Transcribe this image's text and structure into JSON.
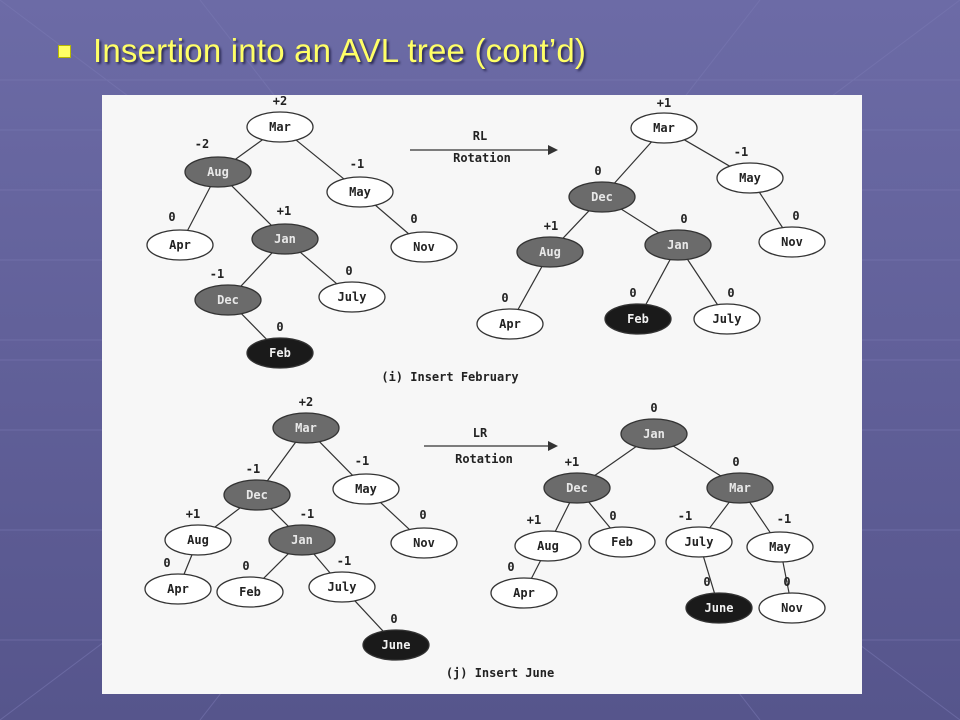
{
  "slide": {
    "title": "Insertion into an AVL tree (cont’d)",
    "bullet_icon": "square-bullet-icon",
    "colors": {
      "background": "#5f5e96",
      "title": "#ffff66",
      "node_shaded": "#6b6b6b",
      "node_inserted": "#1a1a1a",
      "node_plain": "#ffffff"
    }
  },
  "figure": {
    "captions": [
      "(i) Insert February",
      "(j) Insert June"
    ],
    "rotation_labels": [
      [
        "RL",
        "Rotation"
      ],
      [
        "LR",
        "Rotation"
      ]
    ],
    "nodes": [
      {
        "id": "i1-mar",
        "label": "Mar",
        "bf": "+2",
        "style": "plain"
      },
      {
        "id": "i1-aug",
        "label": "Aug",
        "bf": "-2",
        "style": "shaded"
      },
      {
        "id": "i1-may",
        "label": "May",
        "bf": "-1",
        "style": "plain"
      },
      {
        "id": "i1-apr",
        "label": "Apr",
        "bf": "0",
        "style": "plain"
      },
      {
        "id": "i1-jan",
        "label": "Jan",
        "bf": "+1",
        "style": "shaded"
      },
      {
        "id": "i1-nov",
        "label": "Nov",
        "bf": "0",
        "style": "plain"
      },
      {
        "id": "i1-dec",
        "label": "Dec",
        "bf": "-1",
        "style": "shaded"
      },
      {
        "id": "i1-july",
        "label": "July",
        "bf": "0",
        "style": "plain"
      },
      {
        "id": "i1-feb",
        "label": "Feb",
        "bf": "0",
        "style": "inserted"
      },
      {
        "id": "i2-mar",
        "label": "Mar",
        "bf": "+1",
        "style": "plain"
      },
      {
        "id": "i2-dec",
        "label": "Dec",
        "bf": "0",
        "style": "shaded"
      },
      {
        "id": "i2-may",
        "label": "May",
        "bf": "-1",
        "style": "plain"
      },
      {
        "id": "i2-aug",
        "label": "Aug",
        "bf": "+1",
        "style": "shaded"
      },
      {
        "id": "i2-jan",
        "label": "Jan",
        "bf": "0",
        "style": "shaded"
      },
      {
        "id": "i2-nov",
        "label": "Nov",
        "bf": "0",
        "style": "plain"
      },
      {
        "id": "i2-apr",
        "label": "Apr",
        "bf": "0",
        "style": "plain"
      },
      {
        "id": "i2-feb",
        "label": "Feb",
        "bf": "0",
        "style": "inserted"
      },
      {
        "id": "i2-july",
        "label": "July",
        "bf": "0",
        "style": "plain"
      },
      {
        "id": "j1-mar",
        "label": "Mar",
        "bf": "+2",
        "style": "shaded"
      },
      {
        "id": "j1-dec",
        "label": "Dec",
        "bf": "-1",
        "style": "shaded"
      },
      {
        "id": "j1-may",
        "label": "May",
        "bf": "-1",
        "style": "plain"
      },
      {
        "id": "j1-aug",
        "label": "Aug",
        "bf": "+1",
        "style": "plain"
      },
      {
        "id": "j1-jan",
        "label": "Jan",
        "bf": "-1",
        "style": "shaded"
      },
      {
        "id": "j1-nov",
        "label": "Nov",
        "bf": "0",
        "style": "plain"
      },
      {
        "id": "j1-apr",
        "label": "Apr",
        "bf": "0",
        "style": "plain"
      },
      {
        "id": "j1-feb",
        "label": "Feb",
        "bf": "0",
        "style": "plain"
      },
      {
        "id": "j1-july",
        "label": "July",
        "bf": "-1",
        "style": "plain"
      },
      {
        "id": "j1-june",
        "label": "June",
        "bf": "0",
        "style": "inserted"
      },
      {
        "id": "j2-jan",
        "label": "Jan",
        "bf": "0",
        "style": "shaded"
      },
      {
        "id": "j2-dec",
        "label": "Dec",
        "bf": "+1",
        "style": "shaded"
      },
      {
        "id": "j2-mar",
        "label": "Mar",
        "bf": "0",
        "style": "shaded"
      },
      {
        "id": "j2-aug",
        "label": "Aug",
        "bf": "+1",
        "style": "plain"
      },
      {
        "id": "j2-feb",
        "label": "Feb",
        "bf": "0",
        "style": "plain"
      },
      {
        "id": "j2-july",
        "label": "July",
        "bf": "-1",
        "style": "plain"
      },
      {
        "id": "j2-may",
        "label": "May",
        "bf": "-1",
        "style": "plain"
      },
      {
        "id": "j2-apr",
        "label": "Apr",
        "bf": "0",
        "style": "plain"
      },
      {
        "id": "j2-june",
        "label": "June",
        "bf": "0",
        "style": "inserted"
      },
      {
        "id": "j2-nov",
        "label": "Nov",
        "bf": "0",
        "style": "plain"
      }
    ],
    "edges": [
      [
        "i1-mar",
        "i1-aug"
      ],
      [
        "i1-mar",
        "i1-may"
      ],
      [
        "i1-aug",
        "i1-apr"
      ],
      [
        "i1-aug",
        "i1-jan"
      ],
      [
        "i1-may",
        "i1-nov"
      ],
      [
        "i1-jan",
        "i1-dec"
      ],
      [
        "i1-jan",
        "i1-july"
      ],
      [
        "i1-dec",
        "i1-feb"
      ],
      [
        "i2-mar",
        "i2-dec"
      ],
      [
        "i2-mar",
        "i2-may"
      ],
      [
        "i2-dec",
        "i2-aug"
      ],
      [
        "i2-dec",
        "i2-jan"
      ],
      [
        "i2-may",
        "i2-nov"
      ],
      [
        "i2-aug",
        "i2-apr"
      ],
      [
        "i2-jan",
        "i2-feb"
      ],
      [
        "i2-jan",
        "i2-july"
      ],
      [
        "j1-mar",
        "j1-dec"
      ],
      [
        "j1-mar",
        "j1-may"
      ],
      [
        "j1-dec",
        "j1-aug"
      ],
      [
        "j1-dec",
        "j1-jan"
      ],
      [
        "j1-may",
        "j1-nov"
      ],
      [
        "j1-aug",
        "j1-apr"
      ],
      [
        "j1-jan",
        "j1-feb"
      ],
      [
        "j1-jan",
        "j1-july"
      ],
      [
        "j1-july",
        "j1-june"
      ],
      [
        "j2-jan",
        "j2-dec"
      ],
      [
        "j2-jan",
        "j2-mar"
      ],
      [
        "j2-dec",
        "j2-aug"
      ],
      [
        "j2-dec",
        "j2-feb"
      ],
      [
        "j2-mar",
        "j2-july"
      ],
      [
        "j2-mar",
        "j2-may"
      ],
      [
        "j2-aug",
        "j2-apr"
      ],
      [
        "j2-july",
        "j2-june"
      ],
      [
        "j2-may",
        "j2-nov"
      ]
    ]
  }
}
